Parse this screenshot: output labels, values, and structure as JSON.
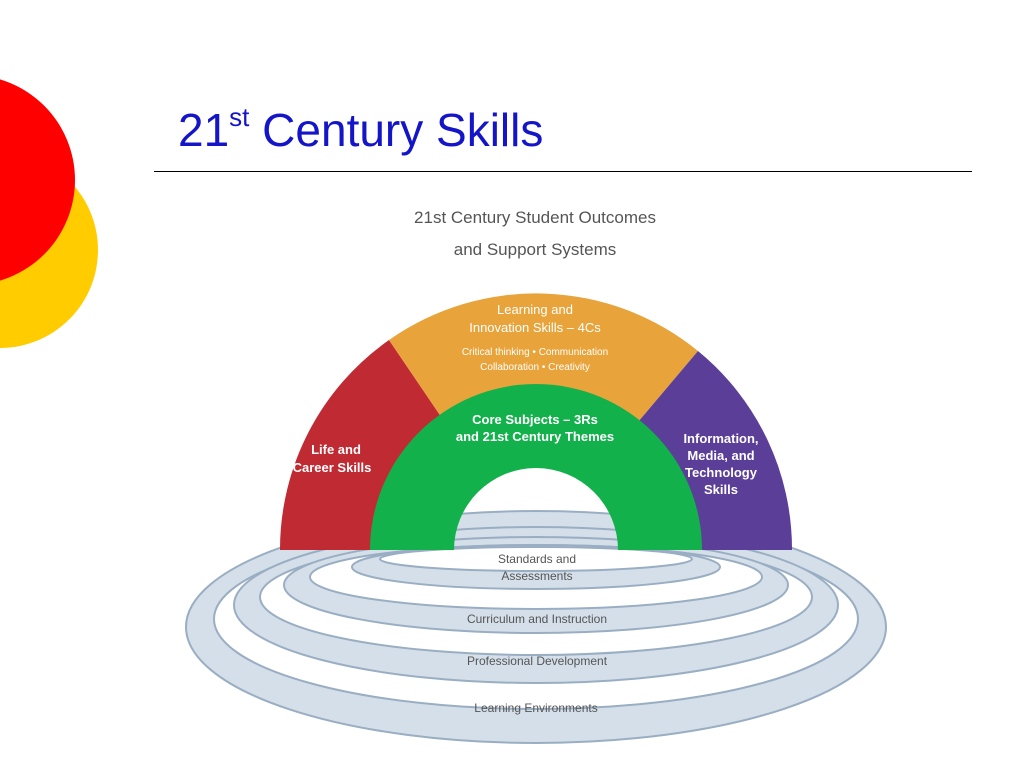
{
  "slide": {
    "title_main": "21",
    "title_sup": "st",
    "title_rest": " Century Skills"
  },
  "diagram": {
    "heading_line1": "21st Century Student Outcomes",
    "heading_line2": "and Support Systems",
    "learning": {
      "line1": "Learning and",
      "line2": "Innovation Skills – 4Cs",
      "line3": "Critical thinking • Communication",
      "line4": "Collaboration • Creativity"
    },
    "life": {
      "line1": "Life and",
      "line2": "Career Skills"
    },
    "core": {
      "line1": "Core Subjects – 3Rs",
      "line2": "and 21st Century Themes"
    },
    "info": {
      "line1": "Information,",
      "line2": "Media, and",
      "line3": "Technology",
      "line4": "Skills"
    },
    "rings": {
      "standards_line1": "Standards and",
      "standards_line2": "Assessments",
      "curriculum": "Curriculum and Instruction",
      "professional": "Professional Development",
      "environments": "Learning Environments"
    }
  },
  "colors": {
    "title": "#1414c8",
    "red_circle": "#ff0000",
    "yellow_circle": "#ffcc00",
    "learning_orange": "#e8a33a",
    "life_red": "#c02a33",
    "info_purple": "#5b3e98",
    "core_green": "#12b14b",
    "ring_fill": "#d5dfe9",
    "ring_stroke": "#9aaec3",
    "text_grey": "#555555"
  }
}
